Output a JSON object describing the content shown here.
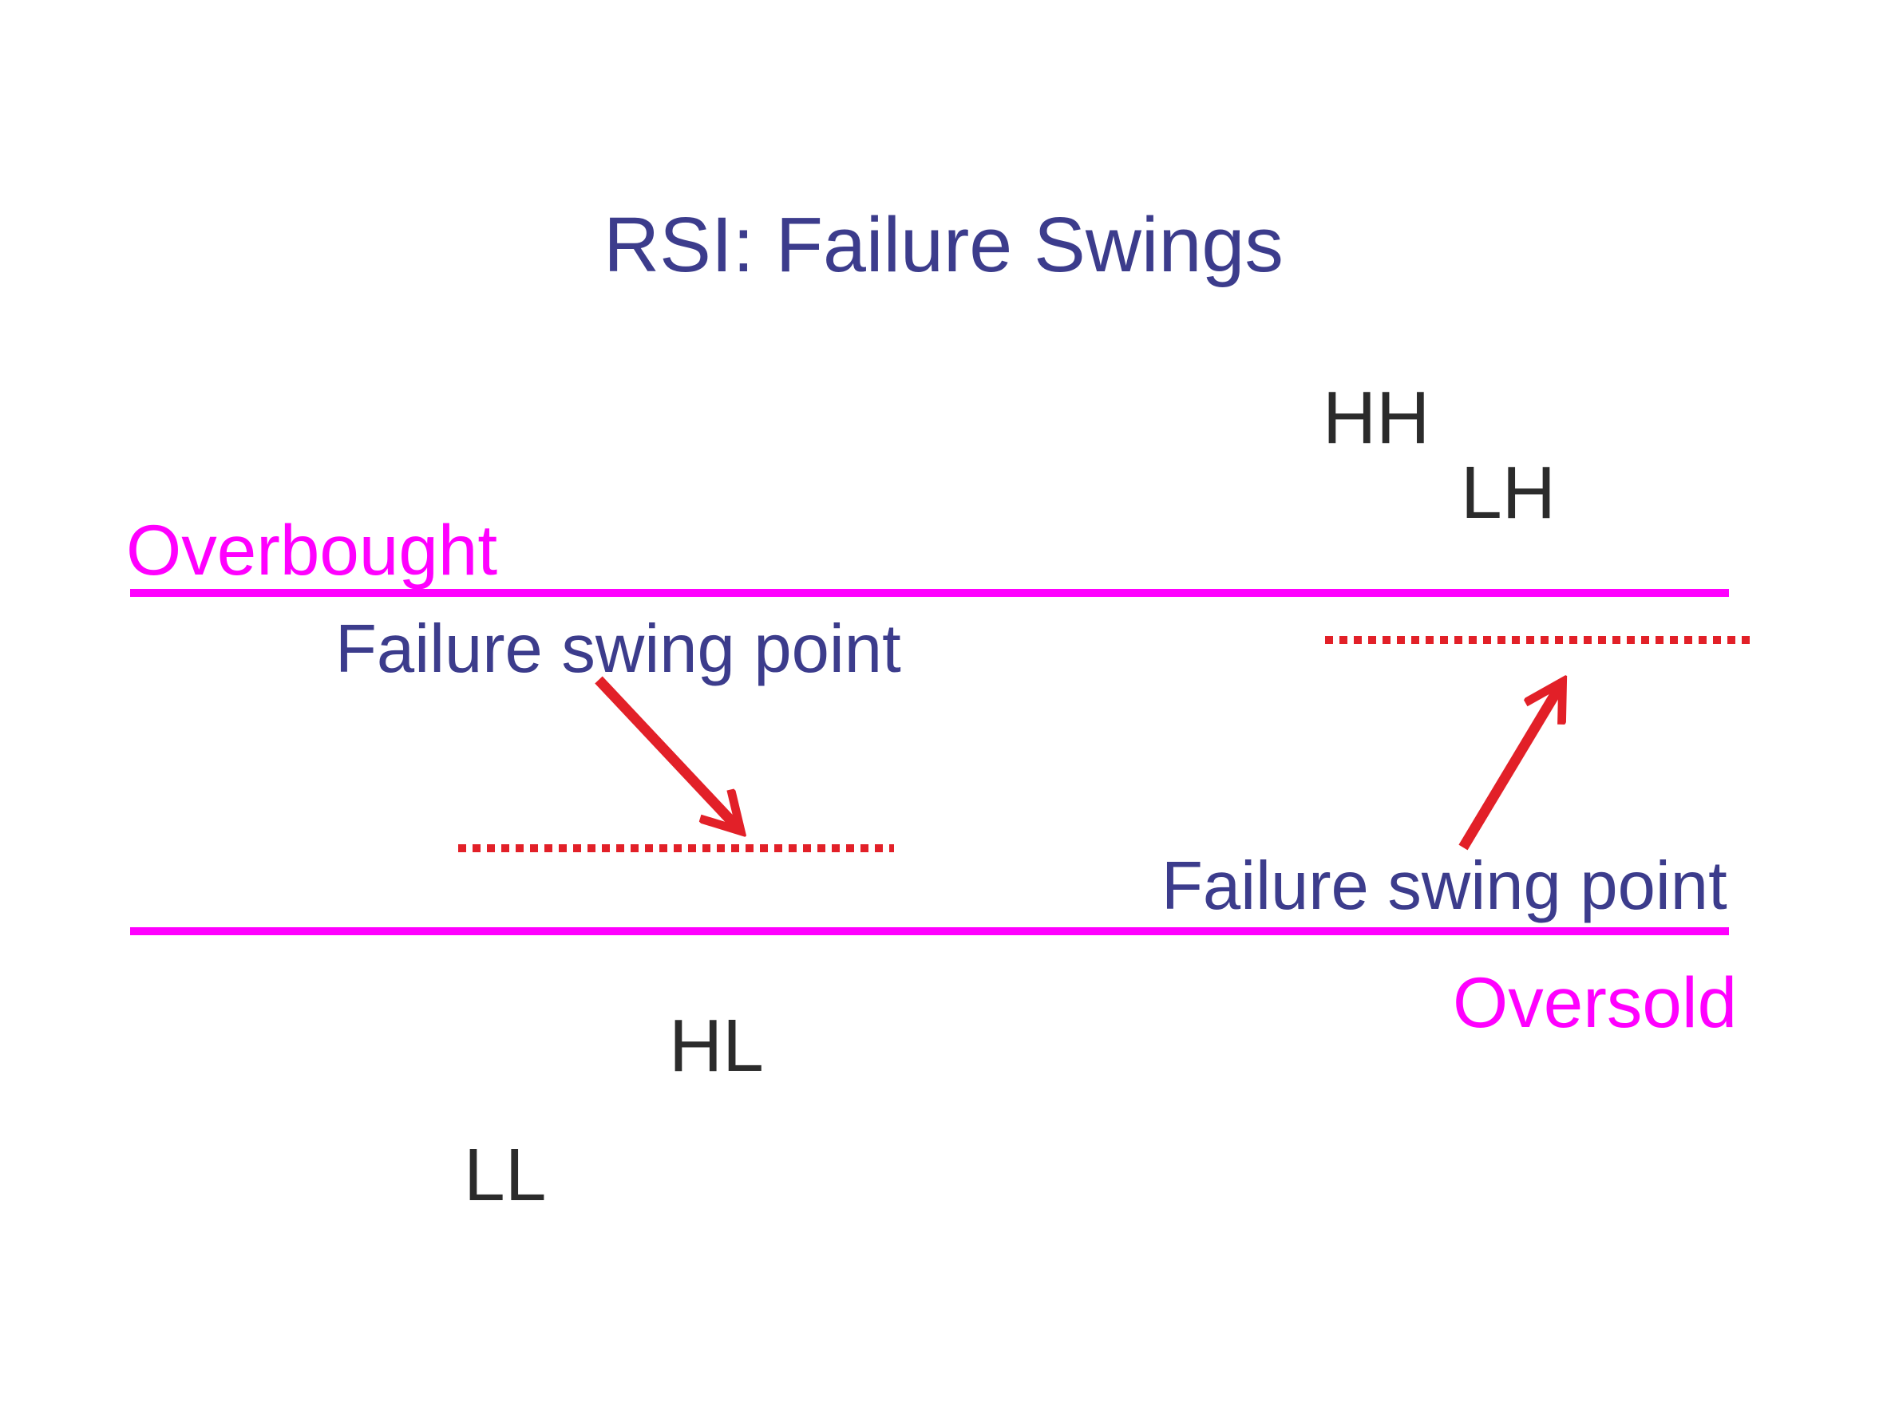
{
  "title": {
    "text": "RSI: Failure Swings"
  },
  "labels": {
    "hh": "HH",
    "lh": "LH",
    "hl": "HL",
    "ll": "LL",
    "overbought": "Overbought",
    "oversold": "Oversold",
    "failure_swing_left": "Failure swing point",
    "failure_swing_right": "Failure swing point"
  },
  "colors": {
    "title_and_annotations": "#3C3C8C",
    "zone_lines_and_labels": "#FF00FF",
    "arrows_and_dotted_lines": "#E22028",
    "swing_point_letters": "#2B2B2B",
    "background": "#FFFFFF"
  }
}
